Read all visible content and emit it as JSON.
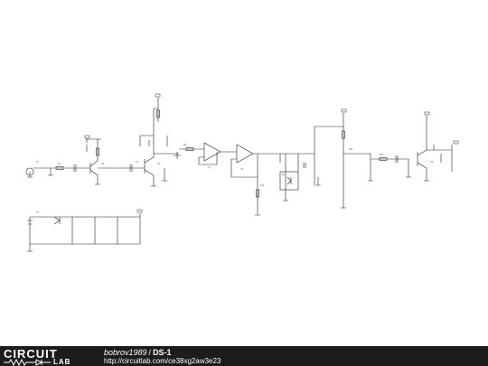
{
  "footer": {
    "logo_top": "CIRCUIT",
    "logo_bottom": "LAB",
    "author": "bobrov1989",
    "separator": "/",
    "title": "DS-1",
    "url": "http://circuitlab.com/ce38xg2aw3e23"
  },
  "colors": {
    "wire": "#222222",
    "footer_bg": "#1c1c1c",
    "footer_text": "#ffffff",
    "label_text": "#555555"
  }
}
